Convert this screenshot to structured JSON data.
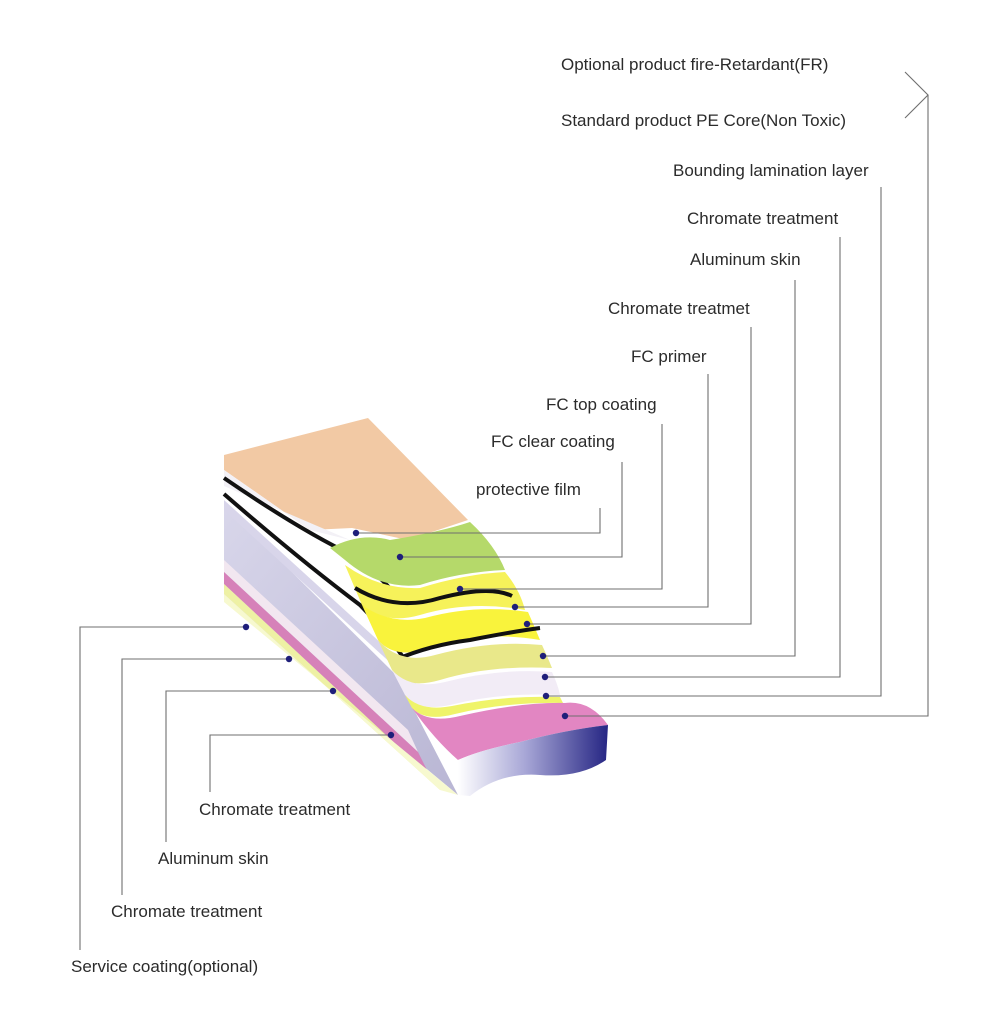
{
  "right_labels": [
    {
      "id": "fr",
      "text": "Optional product fire-Retardant(FR)"
    },
    {
      "id": "pe",
      "text": "Standard product PE Core(Non Toxic)"
    },
    {
      "id": "bounding",
      "text": "Bounding lamination layer"
    },
    {
      "id": "chromate1",
      "text": "Chromate treatment"
    },
    {
      "id": "aluminum1",
      "text": "Aluminum skin"
    },
    {
      "id": "chromate2",
      "text": "Chromate treatmet"
    },
    {
      "id": "primer",
      "text": "FC primer"
    },
    {
      "id": "top",
      "text": "FC top coating"
    },
    {
      "id": "clear",
      "text": "FC clear coating"
    },
    {
      "id": "film",
      "text": "protective film"
    }
  ],
  "left_labels": [
    {
      "id": "chromate_b1",
      "text": "Chromate treatment"
    },
    {
      "id": "aluminum_b",
      "text": "Aluminum skin"
    },
    {
      "id": "chromate_b2",
      "text": "Chromate treatment"
    },
    {
      "id": "service",
      "text": "Service coating(optional)"
    }
  ],
  "colors": {
    "protective_film": "#f2c9a4",
    "clear_coating": "#b5d96a",
    "top_coating": "#f6f25a",
    "primer": "#e9e88a",
    "core_pink": "#e286c2",
    "core_front_dark": "#2c2c8c",
    "side_lavender": "#c9c6dd",
    "leader_dot": "#1f1f7a"
  }
}
